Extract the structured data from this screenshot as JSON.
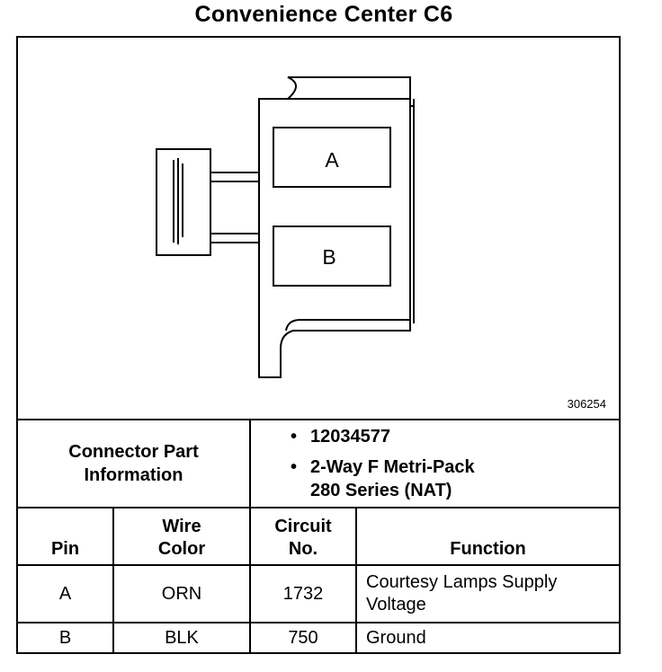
{
  "title": "Convenience Center C6",
  "figure_id": "306254",
  "connector": {
    "cavity_a": "A",
    "cavity_b": "B"
  },
  "part_info": {
    "label_line1": "Connector Part",
    "label_line2": "Information",
    "bullet": "•",
    "part_number": "12034577",
    "description_line1": "2-Way F Metri-Pack",
    "description_line2": "280 Series (NAT)"
  },
  "table": {
    "headers": {
      "pin": "Pin",
      "wire_color_line1": "Wire",
      "wire_color_line2": "Color",
      "circuit_line1": "Circuit",
      "circuit_line2": "No.",
      "function": "Function"
    },
    "rows": [
      {
        "pin": "A",
        "wire_color": "ORN",
        "circuit": "1732",
        "function_line1": "Courtesy Lamps Supply",
        "function_line2": "Voltage"
      },
      {
        "pin": "B",
        "wire_color": "BLK",
        "circuit": "750",
        "function_line1": "Ground",
        "function_line2": ""
      }
    ]
  }
}
